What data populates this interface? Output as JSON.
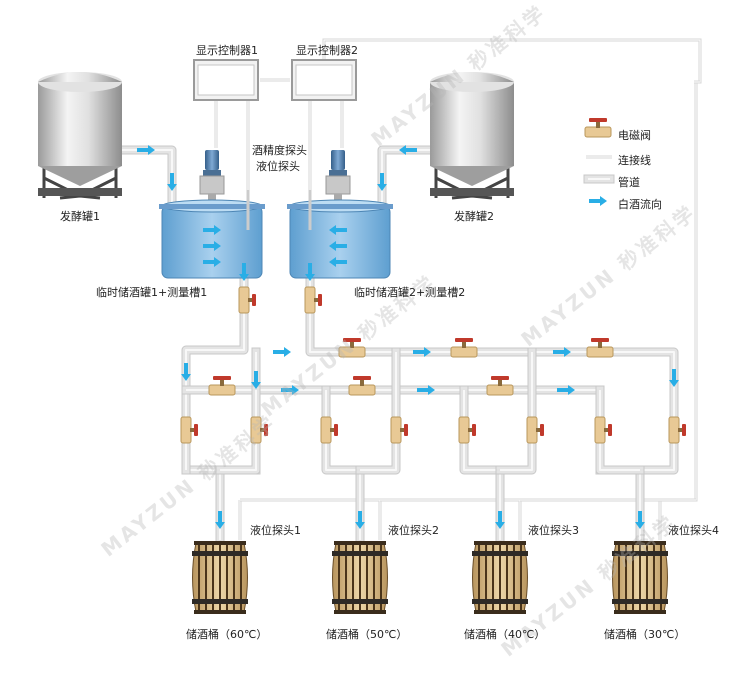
{
  "controllers": [
    {
      "label": "显示控制器1"
    },
    {
      "label": "显示控制器2"
    }
  ],
  "probe_label_lines": [
    "酒精度探头",
    "液位探头"
  ],
  "tanks": [
    {
      "label": "发酵罐1"
    },
    {
      "label": "发酵罐2"
    }
  ],
  "temp_tanks": [
    {
      "label": "临时储酒罐1+测量槽1"
    },
    {
      "label": "临时储酒罐2+测量槽2"
    }
  ],
  "barrels": [
    {
      "label": "储酒桶（60℃）",
      "probe": "液位探头1"
    },
    {
      "label": "储酒桶（50℃）",
      "probe": "液位探头2"
    },
    {
      "label": "储酒桶（40℃）",
      "probe": "液位探头3"
    },
    {
      "label": "储酒桶（30℃）",
      "probe": "液位探头4"
    }
  ],
  "legend": [
    {
      "label": "电磁阀",
      "icon": "valve-icon"
    },
    {
      "label": "连接线",
      "icon": "connection-line-icon"
    },
    {
      "label": "管道",
      "icon": "pipe-icon"
    },
    {
      "label": "白酒流向",
      "icon": "flow-arrow-icon"
    }
  ],
  "watermark": "MAYZUN 秒准科学",
  "colors": {
    "pipe": "#e4e4e4",
    "pipe_edge": "#c8c8c8",
    "arrow": "#29aee6",
    "tank_blue": "#7fb6e0",
    "valve_body": "#e8c995",
    "valve_handle": "#c0392b"
  }
}
